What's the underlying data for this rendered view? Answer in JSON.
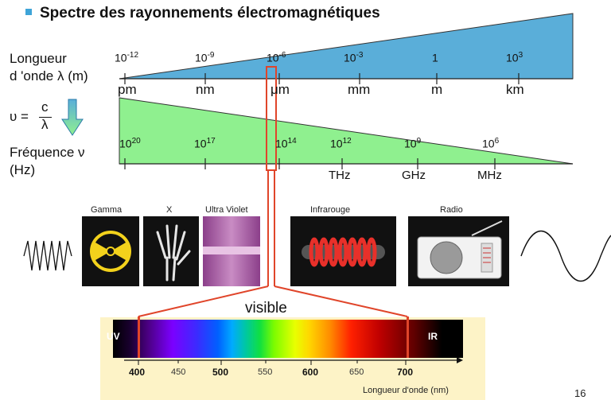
{
  "title": "Spectre des rayonnements électromagnétiques",
  "wavelength": {
    "label_line1": "Longueur",
    "label_line2": "d 'onde λ (m)",
    "exponents": [
      {
        "base": "10",
        "exp": "-12"
      },
      {
        "base": "10",
        "exp": "-9"
      },
      {
        "base": "10",
        "exp": "-6"
      },
      {
        "base": "10",
        "exp": "-3"
      },
      {
        "base": "1",
        "exp": ""
      },
      {
        "base": "10",
        "exp": "3"
      }
    ],
    "units": [
      "pm",
      "nm",
      "μm",
      "mm",
      "m",
      "km"
    ],
    "color": "#5aaed9"
  },
  "formula": {
    "lhs": "υ =",
    "numerator": "c",
    "denominator": "λ"
  },
  "frequency": {
    "label_line1": "Fréquence ν",
    "label_line2": "(Hz)",
    "exponents": [
      {
        "base": "10",
        "exp": "20"
      },
      {
        "base": "10",
        "exp": "17"
      },
      {
        "base": "10",
        "exp": "14"
      },
      {
        "base": "10",
        "exp": "12"
      },
      {
        "base": "10",
        "exp": "9"
      },
      {
        "base": "10",
        "exp": "6"
      }
    ],
    "units": [
      "THz",
      "GHz",
      "MHz"
    ],
    "color": "#8ff08f"
  },
  "radiation_types": [
    "Gamma",
    "X",
    "Ultra Violet",
    "Infrarouge",
    "Radio"
  ],
  "visible": {
    "label": "visible",
    "uv_label": "UV",
    "ir_label": "IR",
    "ticks": [
      {
        "value": "400",
        "major": true
      },
      {
        "value": "450",
        "major": false
      },
      {
        "value": "500",
        "major": true
      },
      {
        "value": "550",
        "major": false
      },
      {
        "value": "600",
        "major": true
      },
      {
        "value": "650",
        "major": false
      },
      {
        "value": "700",
        "major": true
      }
    ],
    "axis_title": "Longueur d'onde (nm)",
    "accent": "#e0452a"
  },
  "page_number": "16"
}
